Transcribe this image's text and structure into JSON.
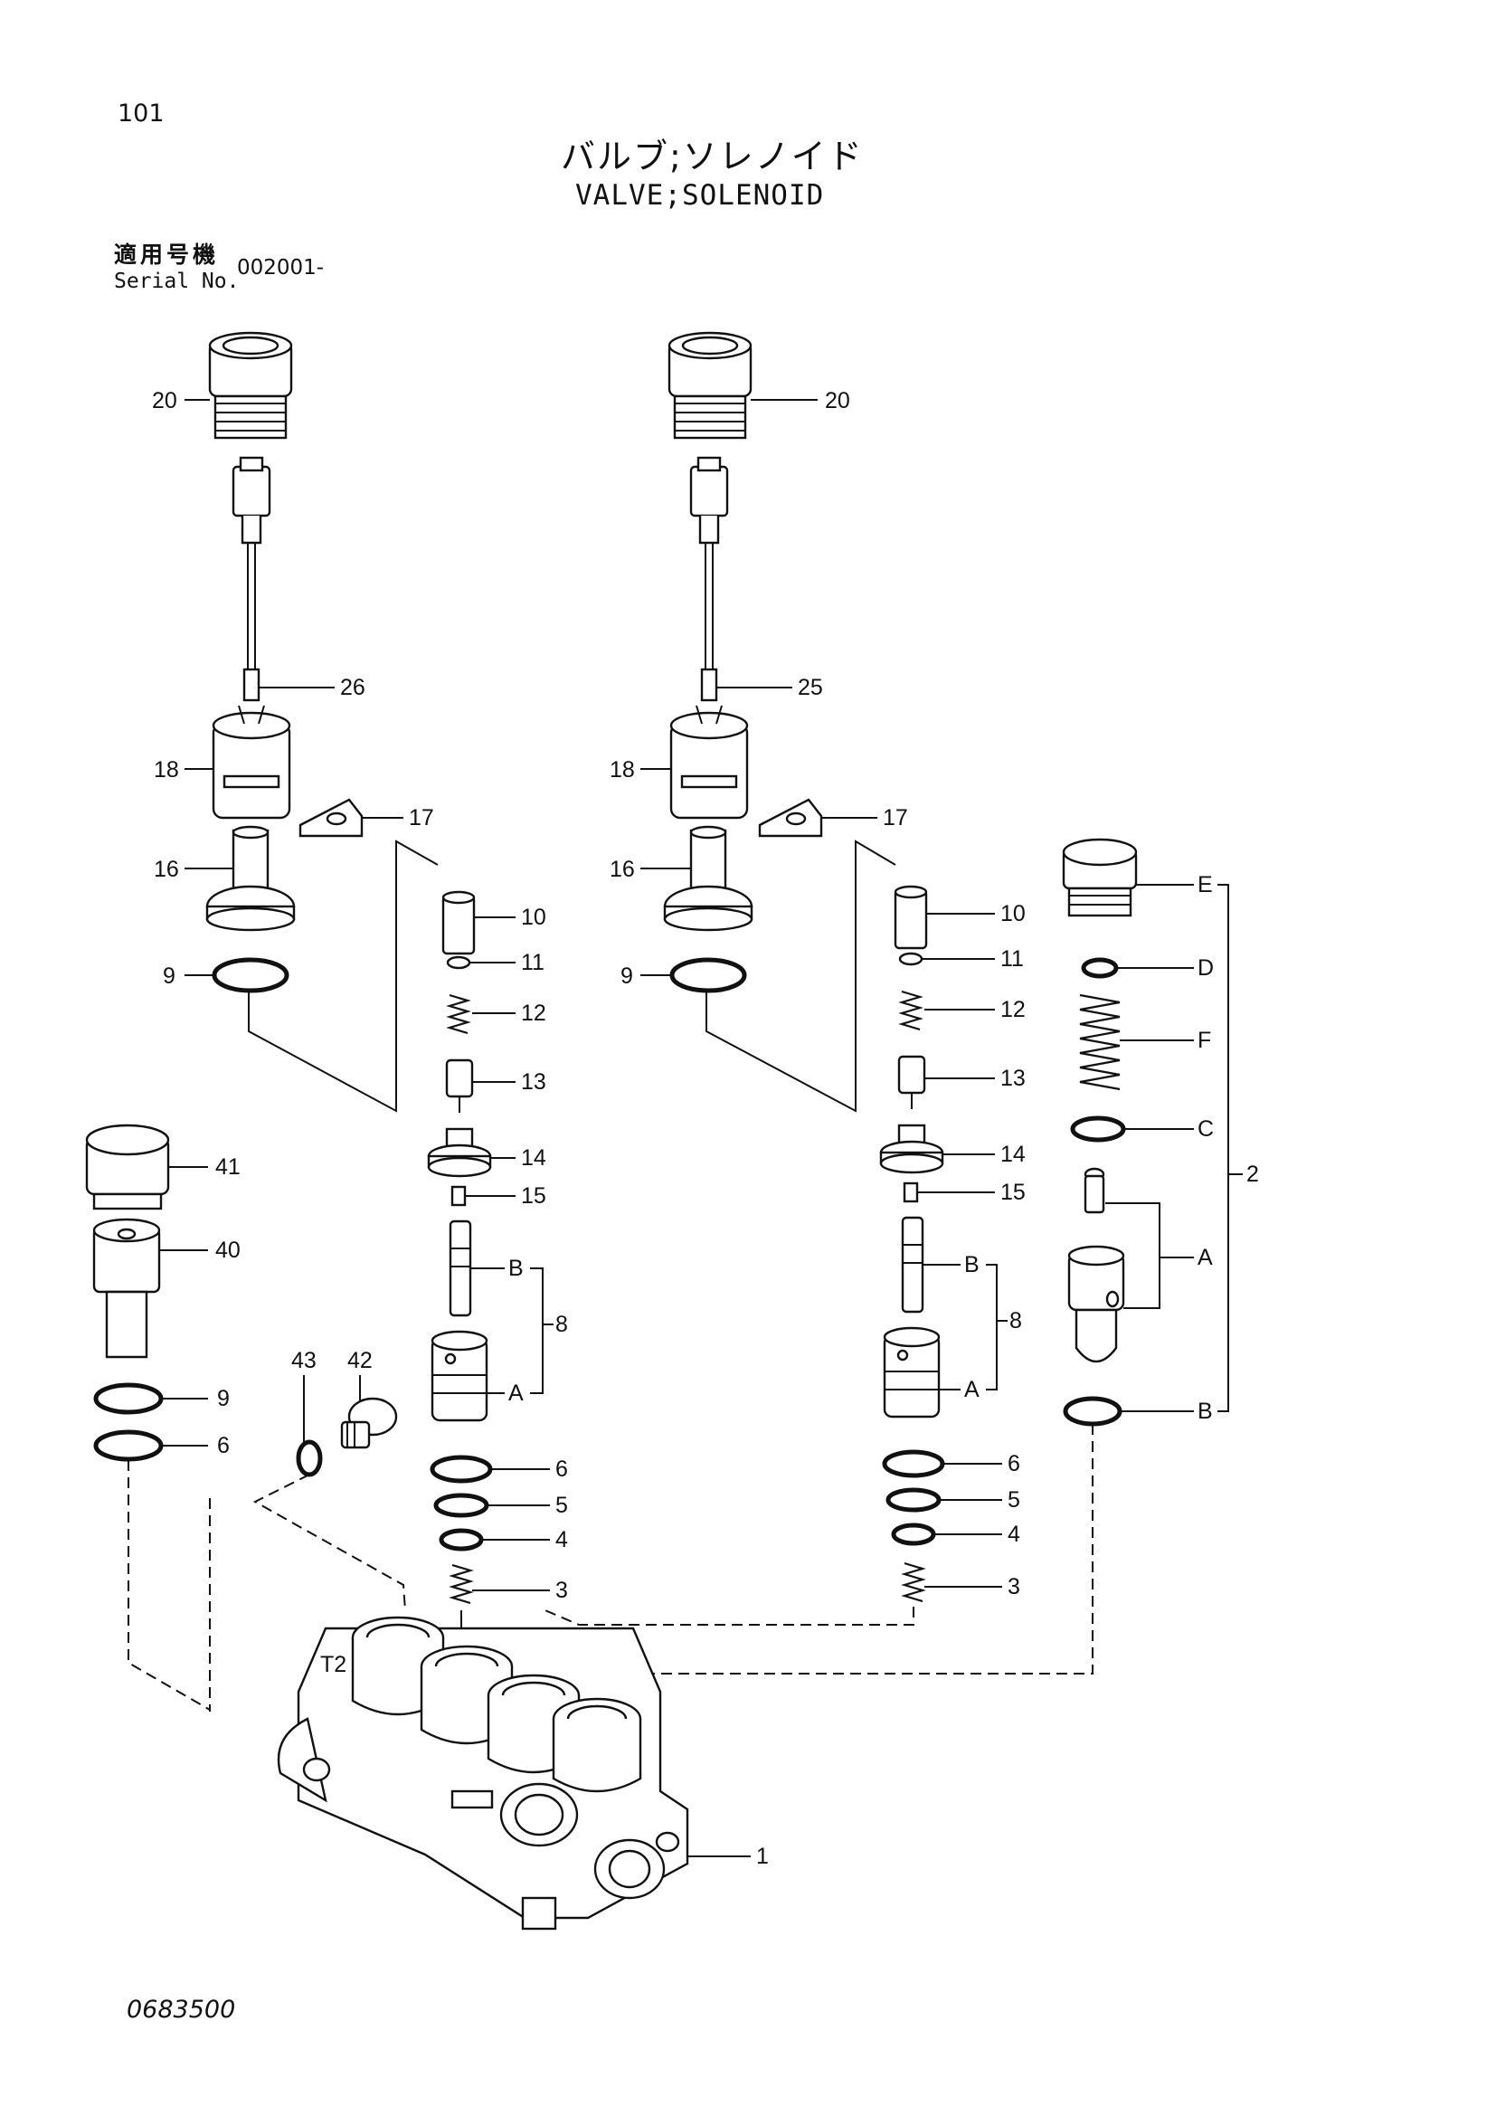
{
  "page": {
    "page_number": "101",
    "title_ja": "バルブ;ソレノイド",
    "title_en": "VALVE;SOLENOID",
    "serial_label_ja": "適用号機",
    "serial_label_en": "Serial No.",
    "serial_value": "002001-",
    "drawing_number": "0683500"
  },
  "callouts": {
    "p1": "1",
    "p2": "2",
    "p3a": "3",
    "p3b": "3",
    "p4a": "4",
    "p4b": "4",
    "p5a": "5",
    "p5b": "5",
    "p6a": "6",
    "p6b": "6",
    "p6c": "6",
    "p8a": "8",
    "p8b": "8",
    "p9a": "9",
    "p9b": "9",
    "p9c": "9",
    "p10a": "10",
    "p10b": "10",
    "p11a": "11",
    "p11b": "11",
    "p12a": "12",
    "p12b": "12",
    "p13a": "13",
    "p13b": "13",
    "p14a": "14",
    "p14b": "14",
    "p15a": "15",
    "p15b": "15",
    "p16a": "16",
    "p16b": "16",
    "p17a": "17",
    "p17b": "17",
    "p18a": "18",
    "p18b": "18",
    "p20a": "20",
    "p20b": "20",
    "p25": "25",
    "p26": "26",
    "p40": "40",
    "p41": "41",
    "p42": "42",
    "p43": "43",
    "subA1": "A",
    "subB1": "B",
    "subA2": "A",
    "subB2": "B",
    "kitE": "E",
    "kitD": "D",
    "kitF": "F",
    "kitC": "C",
    "kitA": "A",
    "kitB": "B"
  }
}
